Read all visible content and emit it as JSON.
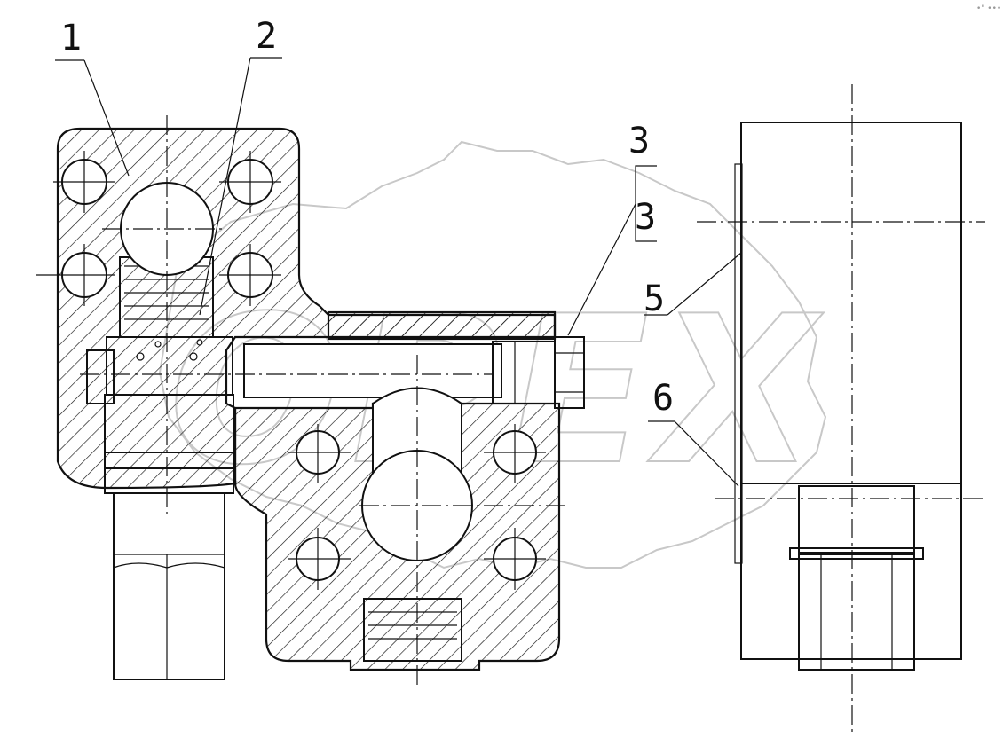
{
  "callouts": {
    "c1": "1",
    "c2": "2",
    "c3": "3",
    "c4": "3",
    "c5": "5",
    "c6": "6"
  },
  "watermark": {
    "text": "OPEX"
  },
  "corner_mark": "•\" •••",
  "colors": {
    "line": "#111111",
    "watermark": "#c8c8c8",
    "background": "#ffffff"
  }
}
